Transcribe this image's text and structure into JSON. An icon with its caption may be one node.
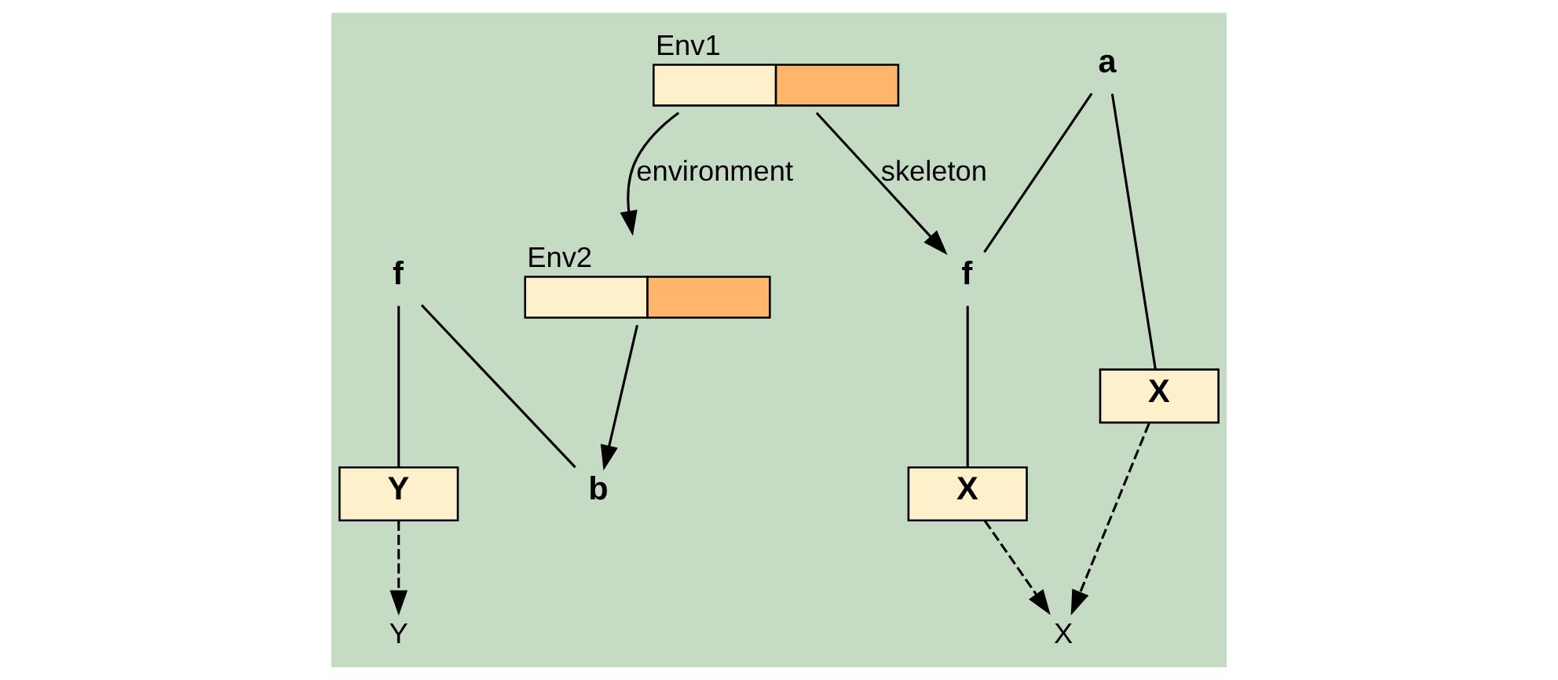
{
  "diagram": {
    "nodes": [
      {
        "text": [
          "f"
        ]
      },
      {
        "text": [
          "Y"
        ]
      },
      {
        "text": [
          "b"
        ]
      },
      {
        "text": [
          "Env1"
        ]
      },
      {
        "text": [
          "Y"
        ]
      },
      {
        "text": [
          "Env2"
        ]
      },
      {
        "text": [
          "X"
        ]
      },
      {
        "text": [
          "a"
        ]
      },
      {
        "text": [
          "f"
        ]
      },
      {
        "text": [
          "X"
        ]
      },
      {
        "text": [
          "X"
        ]
      }
    ],
    "edges": [
      {
        "from": 0,
        "to": 1,
        "arrow": "none"
      },
      {
        "from": 0,
        "to": 2,
        "arrow": "none"
      },
      {
        "from": 1,
        "to": 4,
        "arrow": "to",
        "style": "dashed"
      },
      {
        "from": 3,
        "to": 5,
        "arrow": "to",
        "label": "environment"
      },
      {
        "from": 3,
        "to": 8,
        "arrow": "to",
        "label": "skeleton"
      },
      {
        "from": 5,
        "to": 2,
        "arrow": "to"
      },
      {
        "from": 7,
        "to": 8,
        "arrow": "none"
      },
      {
        "from": 7,
        "to": 9,
        "arrow": "none"
      },
      {
        "from": 8,
        "to": 10,
        "arrow": "none"
      },
      {
        "from": 9,
        "to": 6,
        "arrow": "to",
        "style": "dashed"
      },
      {
        "from": 10,
        "to": 6,
        "arrow": "to",
        "style": "dashed"
      }
    ]
  }
}
